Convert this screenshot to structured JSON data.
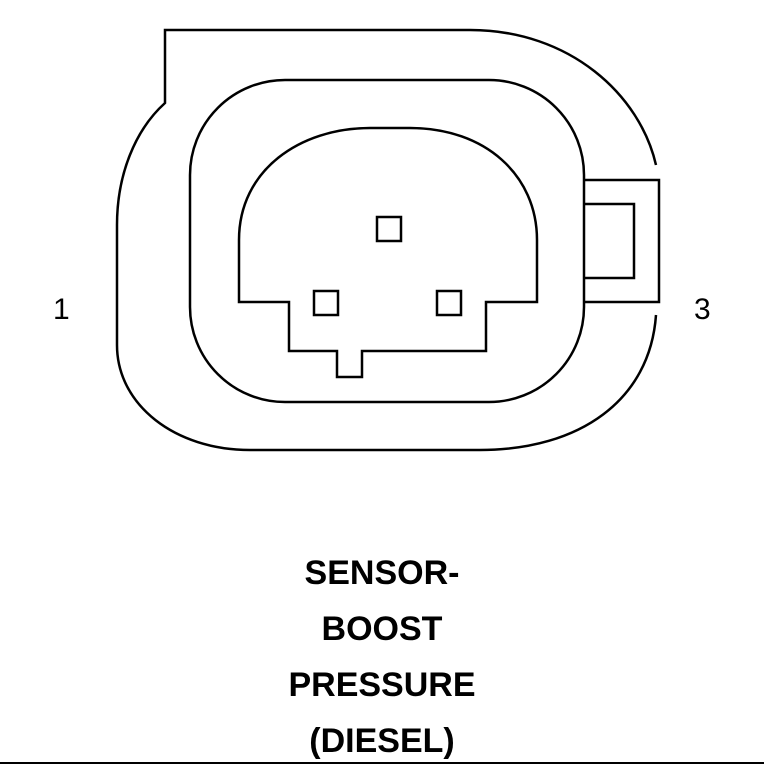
{
  "pins": {
    "left_label": "1",
    "right_label": "3"
  },
  "caption": {
    "lines": [
      "SENSOR-",
      "BOOST",
      "PRESSURE",
      "(DIESEL)"
    ]
  },
  "colors": {
    "line": "#000000",
    "background": "#ffffff"
  }
}
